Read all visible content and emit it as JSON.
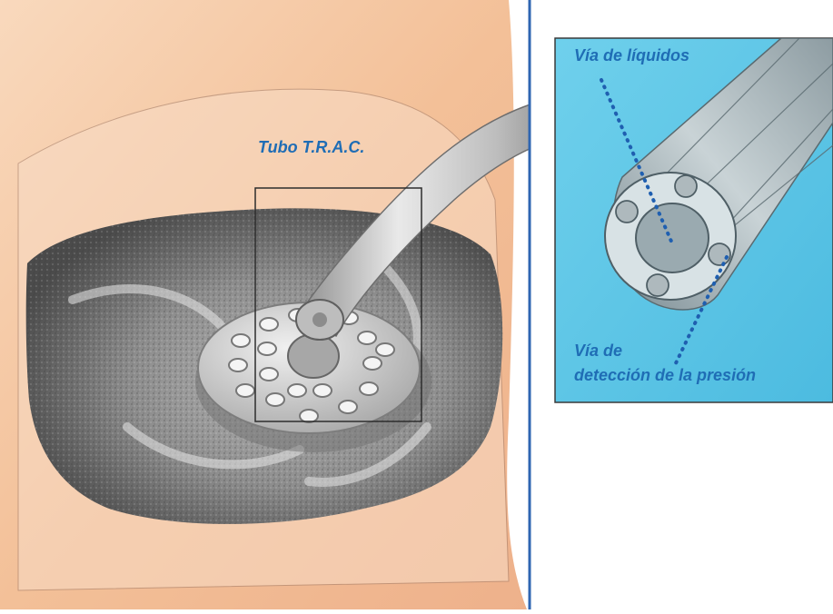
{
  "labels": {
    "tube": "Tubo T.R.A.C.",
    "fluid_path": "Vía de líquidos",
    "pressure_path_line1": "Vía de",
    "pressure_path_line2": "detección de la presión"
  },
  "colors": {
    "label_text": "#1f6db5",
    "divider": "#2f66b2",
    "inset_background": "#5fc8e6",
    "inset_border": "#3a3a3a",
    "skin": "#f6c9a4",
    "foam": "#5a5a5a",
    "tube": "#c9c9c9"
  }
}
